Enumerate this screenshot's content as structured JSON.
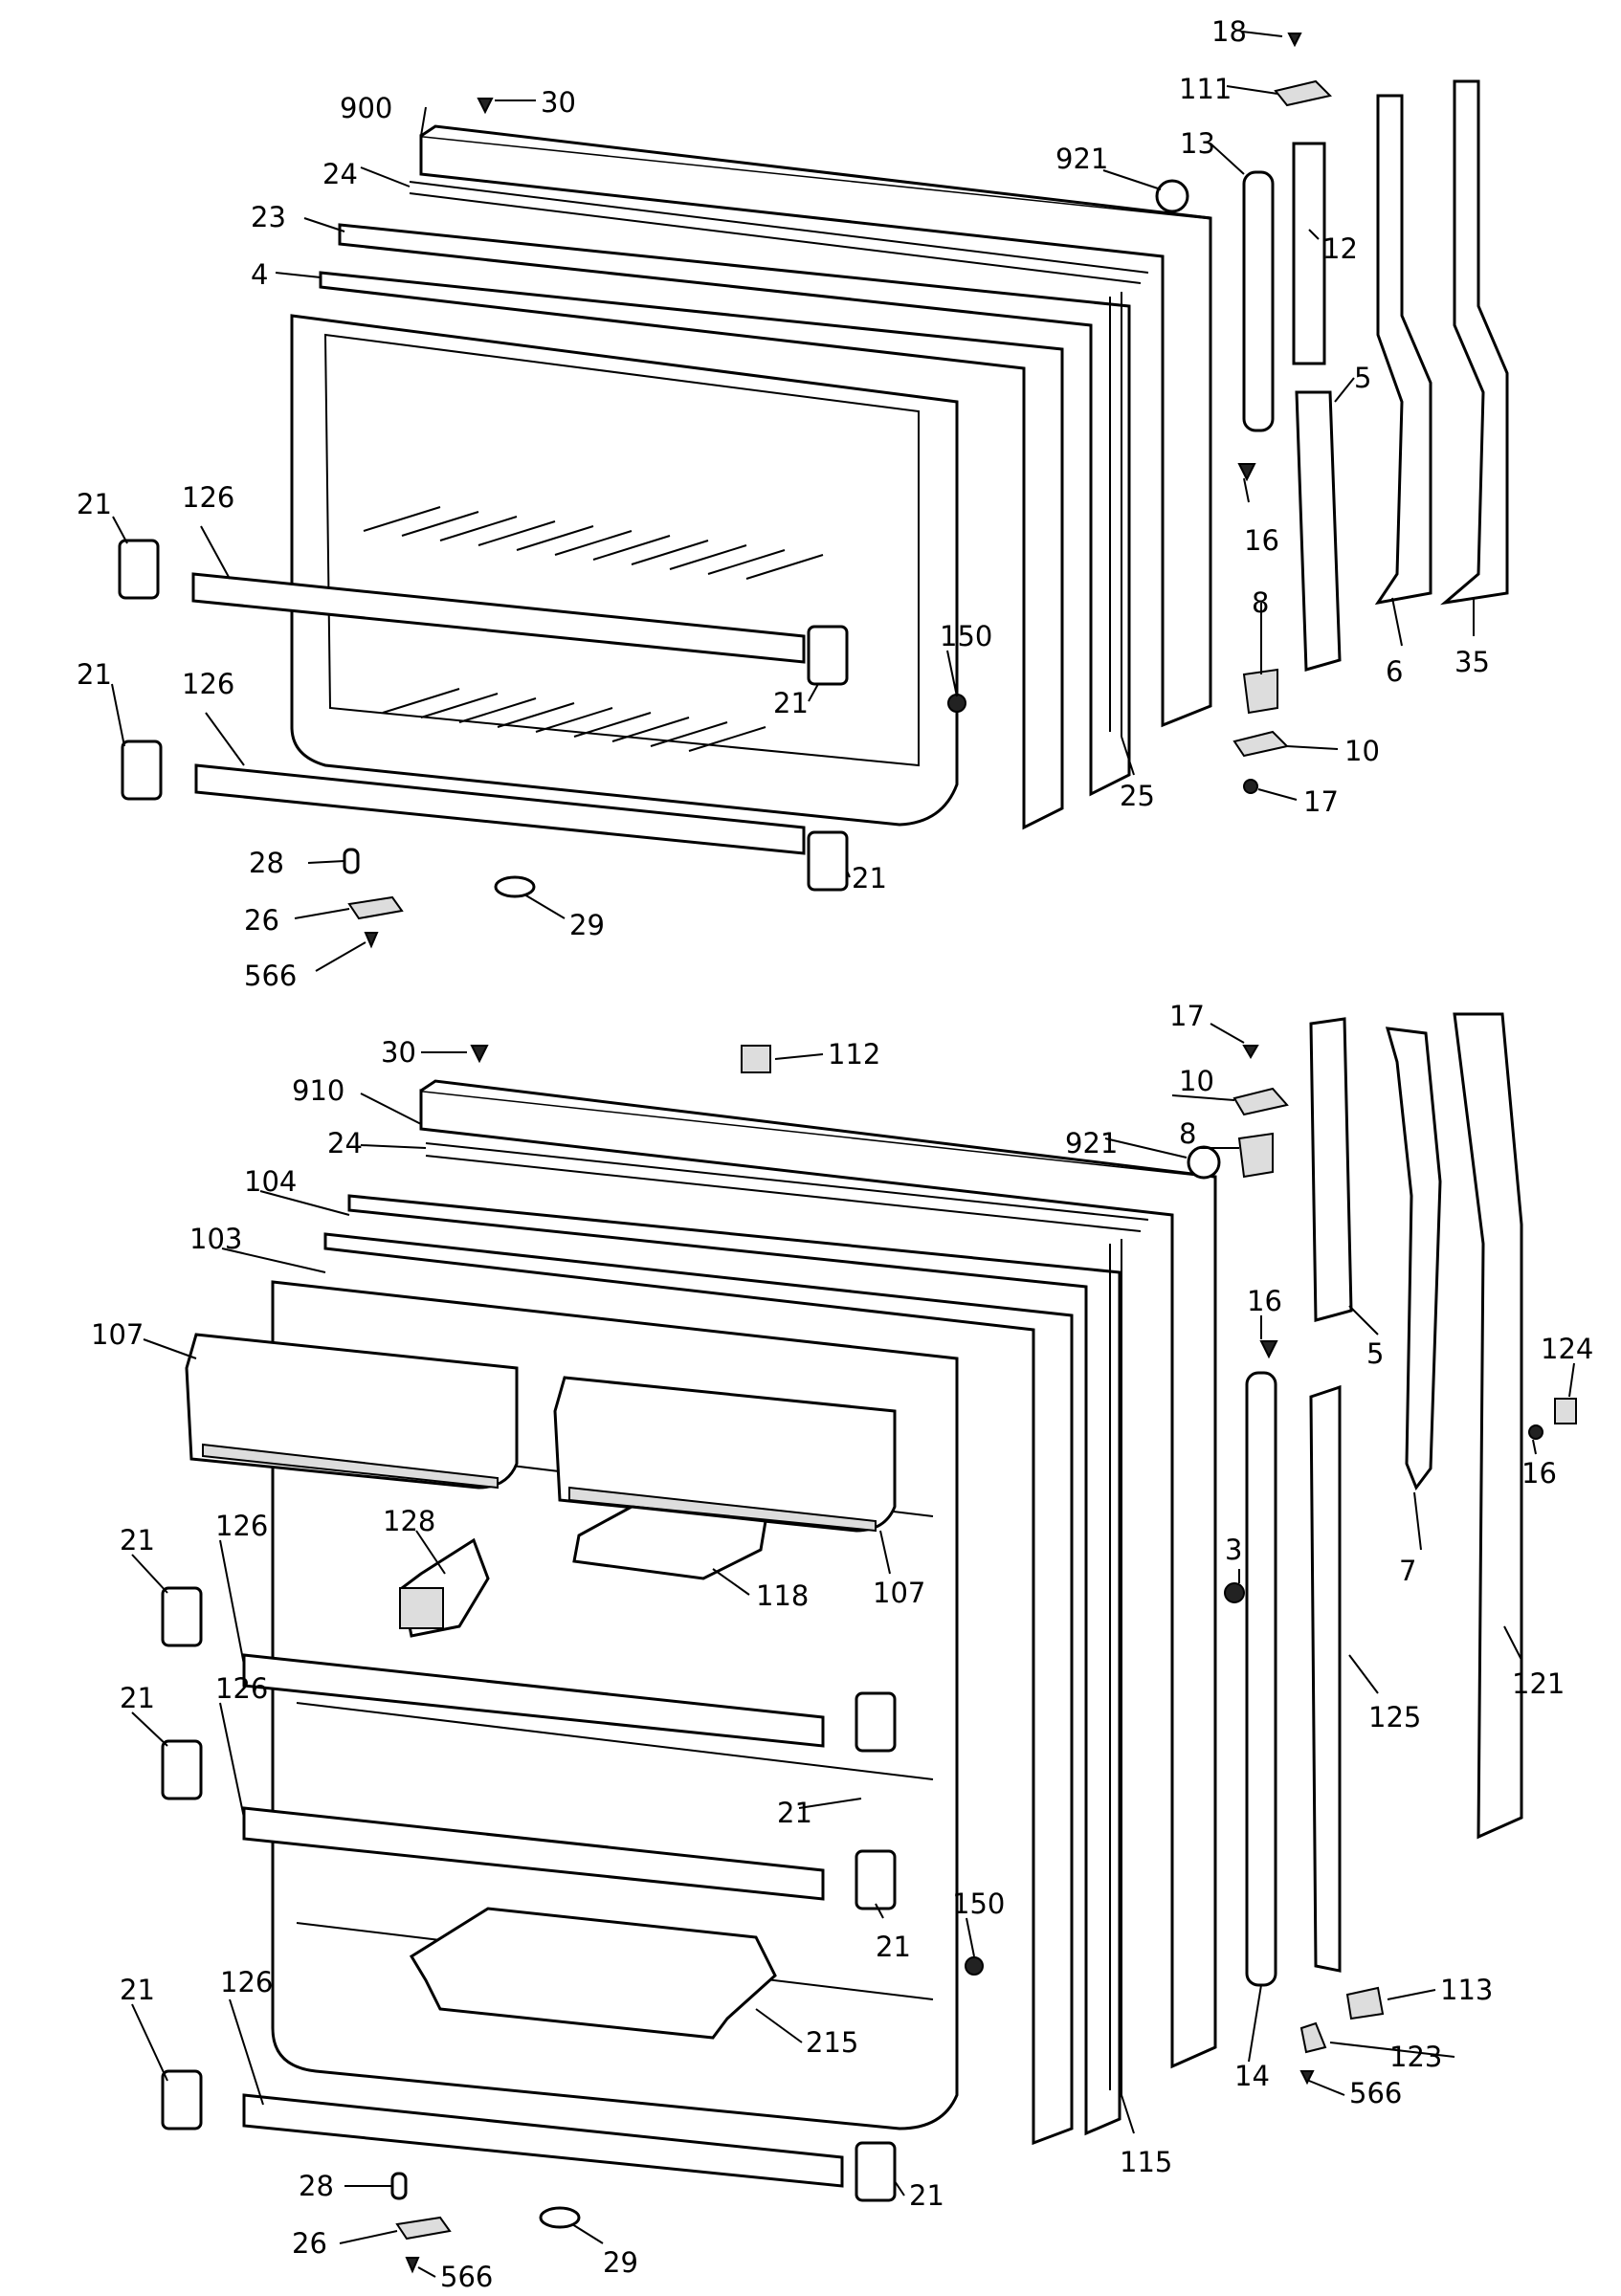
{
  "upper_labels": {
    "l18": "18",
    "l111": "111",
    "l30": "30",
    "l900": "900",
    "l921": "921",
    "l13": "13",
    "l24": "24",
    "l12": "12",
    "l23": "23",
    "l4": "4",
    "l5": "5",
    "l21a": "21",
    "l126a": "126",
    "l16": "16",
    "l8": "8",
    "l150": "150",
    "l21b": "21",
    "l21c": "21",
    "l126b": "126",
    "l6": "6",
    "l35": "35",
    "l10": "10",
    "l25": "25",
    "l17": "17",
    "l28": "28",
    "l21d": "21",
    "l26": "26",
    "l29": "29",
    "l566": "566"
  },
  "lower_labels": {
    "l17": "17",
    "l30": "30",
    "l112": "112",
    "l910": "910",
    "l10": "10",
    "l921": "921",
    "l8": "8",
    "l24": "24",
    "l104": "104",
    "l103": "103",
    "l16a": "16",
    "l124": "124",
    "l107a": "107",
    "l5": "5",
    "l16b": "16",
    "l128": "128",
    "l3": "3",
    "l7": "7",
    "l107b": "107",
    "l21a": "21",
    "l126a": "126",
    "l118": "118",
    "l121": "121",
    "l125": "125",
    "l21b": "21",
    "l126b": "126",
    "l21c": "21",
    "l150": "150",
    "l21d": "21",
    "l113": "113",
    "l21e": "21",
    "l126c": "126",
    "l215": "215",
    "l14": "14",
    "l123": "123",
    "l566a": "566",
    "l115": "115",
    "l28": "28",
    "l21f": "21",
    "l26": "26",
    "l29": "29",
    "l566b": "566"
  }
}
